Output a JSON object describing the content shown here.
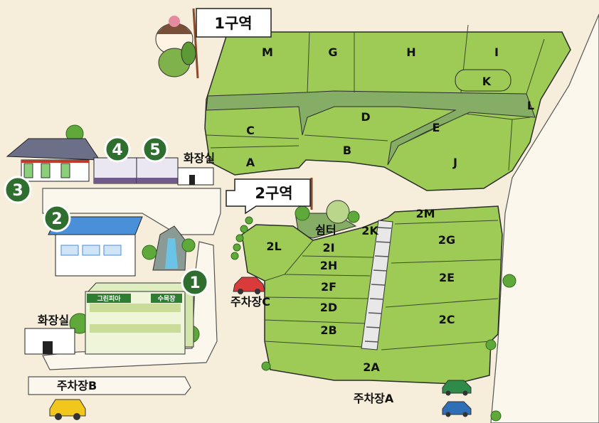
{
  "zone1": {
    "sign": "1구역",
    "plots": [
      "M",
      "G",
      "H",
      "I",
      "K",
      "L",
      "C",
      "D",
      "E",
      "A",
      "B",
      "J"
    ]
  },
  "zone2": {
    "sign": "2구역",
    "plots": [
      "2M",
      "2K",
      "2G",
      "2L",
      "2I",
      "2H",
      "2E",
      "2F",
      "2D",
      "2C",
      "2B",
      "2A"
    ],
    "shelter": "쉼터"
  },
  "places": {
    "restroom_top": "화장실",
    "restroom_left": "화장실",
    "parking_a": "주차장A",
    "parking_b": "주차장B",
    "parking_c": "주차장C",
    "building_sign_left": "그린피아",
    "building_sign_right": "수목장"
  },
  "markers": [
    "1",
    "2",
    "3",
    "4",
    "5"
  ],
  "colors": {
    "plot": "#9dcb55",
    "marker": "#2e6f2f",
    "path": "#86ad66",
    "background": "#f6eedb"
  }
}
